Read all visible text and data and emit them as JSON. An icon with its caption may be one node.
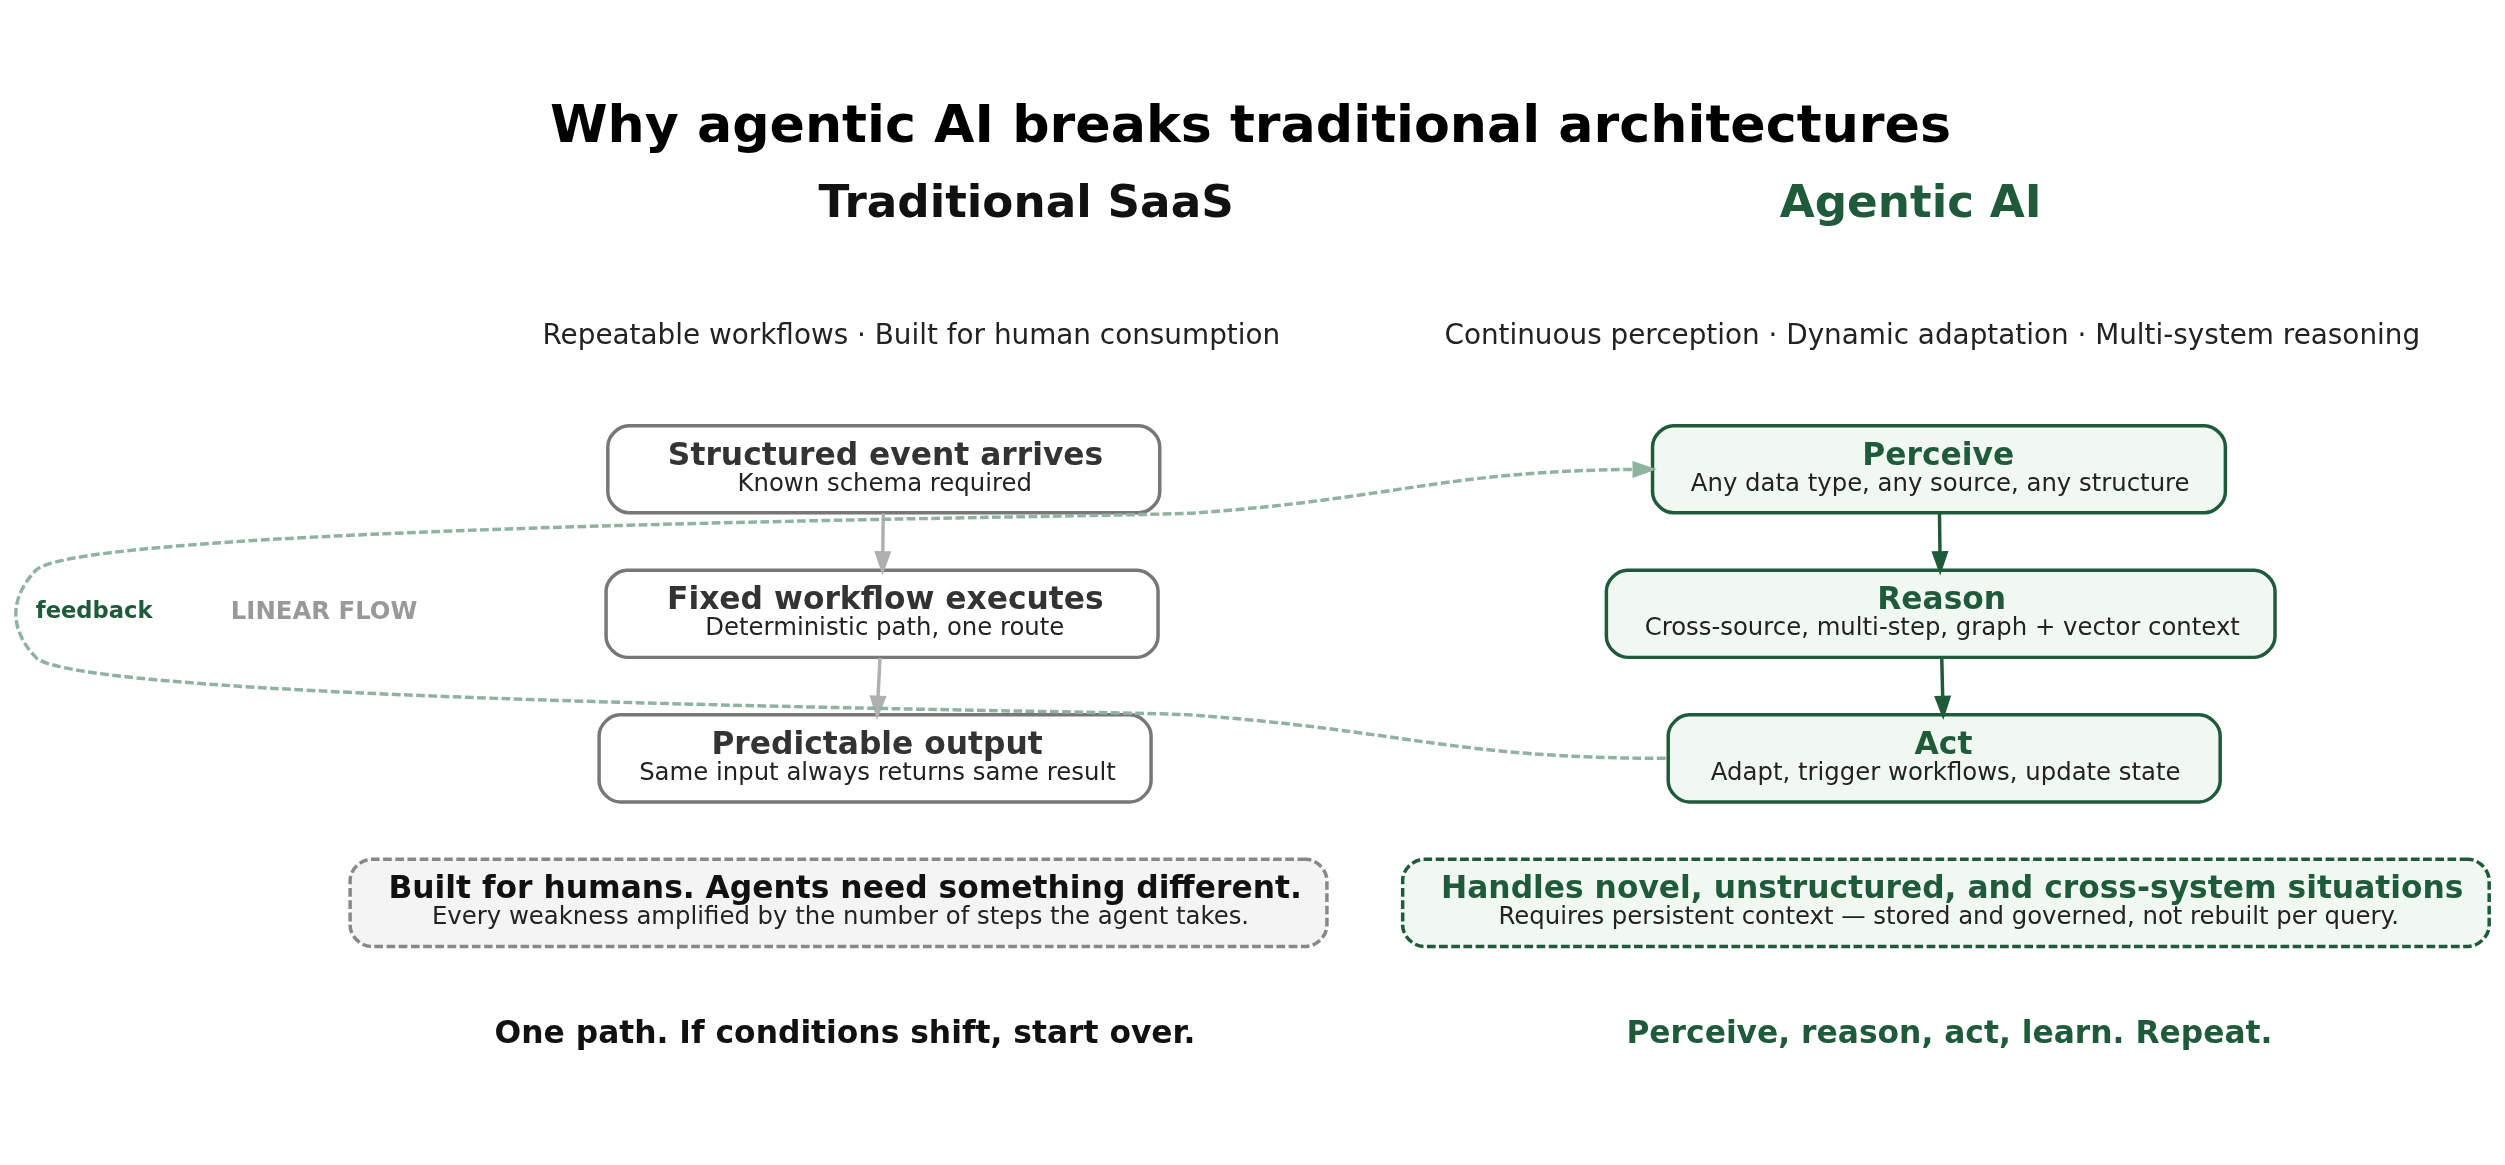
{
  "diagram": {
    "title": "Why agentic AI breaks traditional architectures",
    "nodes": [
      {
        "text": [
          "Structured event arrives",
          "Known schema required"
        ]
      },
      {
        "text": [
          "Fixed workflow executes",
          "Deterministic path, one route"
        ]
      },
      {
        "text": [
          "Predictable output",
          "Same input always returns same result"
        ]
      },
      {
        "text": [
          "Built for humans. Agents need something different.",
          "Every weakness amplified by the number of steps the agent takes."
        ]
      },
      {
        "text": [
          "Perceive",
          "Any data type, any source, any structure"
        ]
      },
      {
        "text": [
          "Reason",
          "Cross-source, multi-step, graph + vector context"
        ]
      },
      {
        "text": [
          "Act",
          "Adapt, trigger workflows, update state"
        ]
      },
      {
        "text": [
          "Handles novel, unstructured, and cross-system situations",
          "Requires persistent context — stored and governed, not rebuilt per query."
        ]
      }
    ],
    "edges": [
      {
        "from": 0,
        "to": 1,
        "arrow": "to",
        "color": "#b0b0b0"
      },
      {
        "from": 1,
        "to": 2,
        "arrow": "to",
        "color": "#b0b0b0"
      },
      {
        "from": 4,
        "to": 5,
        "arrow": "to",
        "color": "#1f5a3a"
      },
      {
        "from": 5,
        "to": 6,
        "arrow": "to",
        "color": "#1f5a3a"
      },
      {
        "from": 6,
        "to": 4,
        "arrow": "to",
        "label": "feedback",
        "style": "dashed",
        "color": "#8fb3a0"
      }
    ],
    "labels": [
      "Traditional SaaS",
      "Agentic AI",
      "Repeatable workflows · Built for human consumption",
      "Continuous perception · Dynamic adaptation · Multi-system reasoning",
      "LINEAR FLOW",
      "One path. If conditions shift, start over.",
      "Perceive, reason, act, learn. Repeat."
    ]
  }
}
